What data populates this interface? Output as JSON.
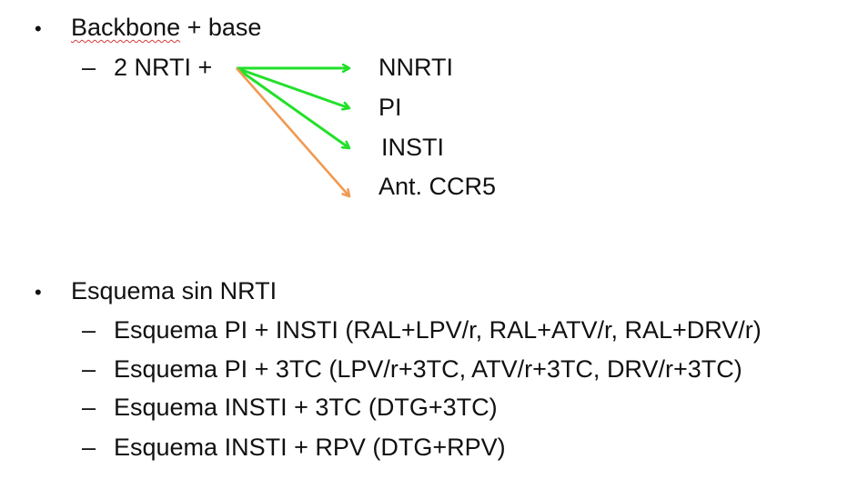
{
  "section1": {
    "bullet": "•",
    "heading_word": "Backbone",
    "heading_rest": " + base",
    "sub": {
      "dash": "–",
      "label": "2 NRTI +",
      "targets": [
        {
          "label": "NNRTI",
          "arrow_color": "#22e02a"
        },
        {
          "label": "PI",
          "arrow_color": "#22e02a"
        },
        {
          "label": "INSTI",
          "arrow_color": "#22e02a"
        },
        {
          "label": "Ant. CCR5",
          "arrow_color": "#ef9a52"
        }
      ]
    }
  },
  "section2": {
    "bullet": "•",
    "heading": "Esquema sin NRTI",
    "items": [
      {
        "dash": "–",
        "text": "Esquema PI + INSTI (RAL+LPV/r, RAL+ATV/r, RAL+DRV/r)"
      },
      {
        "dash": "–",
        "text": "Esquema PI + 3TC (LPV/r+3TC, ATV/r+3TC, DRV/r+3TC)"
      },
      {
        "dash": "–",
        "text": "Esquema INSTI + 3TC (DTG+3TC)"
      },
      {
        "dash": "–",
        "text": "Esquema INSTI + RPV (DTG+RPV)"
      }
    ]
  }
}
